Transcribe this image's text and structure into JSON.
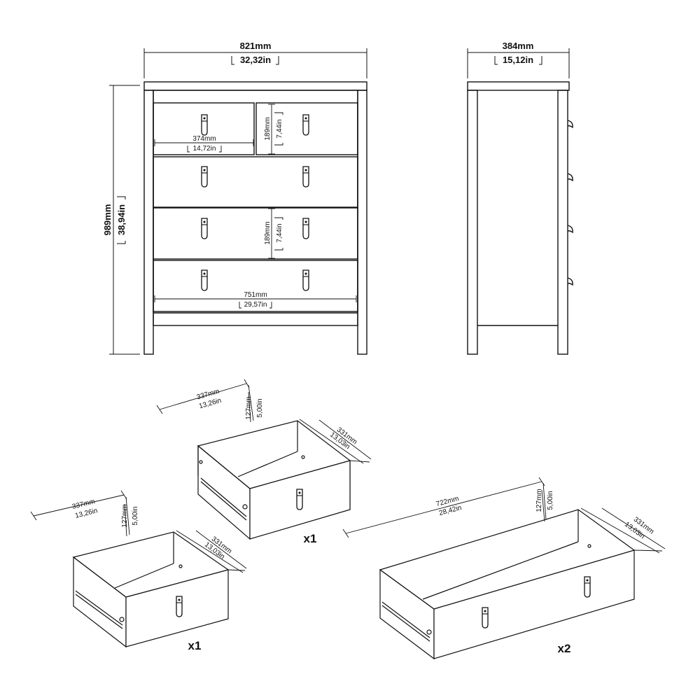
{
  "front_view": {
    "width_mm": "821mm",
    "width_in": "32,32in",
    "height_mm": "989mm",
    "height_in": "38,94in",
    "small_drawer_width_mm": "374mm",
    "small_drawer_width_in": "14,72in",
    "top_drawer_height_mm": "189mm",
    "top_drawer_height_in": "7,44in",
    "mid_drawer_height_mm": "189mm",
    "mid_drawer_height_in": "7,44in",
    "inner_width_mm": "751mm",
    "inner_width_in": "29,57in"
  },
  "side_view": {
    "depth_mm": "384mm",
    "depth_in": "15,12in"
  },
  "drawer_small_left": {
    "width_mm": "337mm",
    "width_in": "13,26in",
    "height_mm": "127mm",
    "height_in": "5,00in",
    "depth_mm": "331mm",
    "depth_in": "13,03in",
    "quantity": "x1"
  },
  "drawer_small_center": {
    "width_mm": "337mm",
    "width_in": "13,26in",
    "height_mm": "127mm",
    "height_in": "5,00in",
    "depth_mm": "331mm",
    "depth_in": "13,03in",
    "quantity": "x1"
  },
  "drawer_large": {
    "width_mm": "722mm",
    "width_in": "28,42in",
    "height_mm": "127mm",
    "height_in": "5,00in",
    "depth_mm": "331mm",
    "depth_in": "13,03in",
    "quantity": "x2"
  }
}
